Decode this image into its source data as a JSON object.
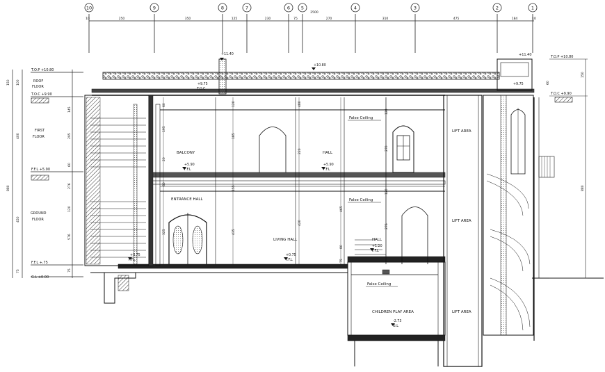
{
  "grid_labels": [
    "10",
    "9",
    "8",
    "7",
    "6",
    "5",
    "4",
    "3",
    "2",
    "1"
  ],
  "top_dimensions": [
    "10",
    "250",
    "350",
    "125",
    "230",
    "75",
    "270",
    "310",
    "475",
    "184",
    "10"
  ],
  "top_total_dimension": "2500",
  "level_labels": {
    "roof_top": "T.O.P +10.80",
    "roof_line1": "ROOF",
    "roof_line2": "FLOOR",
    "roof_toc": "T.O.C +9.90",
    "first_line1": "FIRST",
    "first_line2": "FLOOR",
    "first_ffl": "F.F.L +5.90",
    "ground_line1": "GROUND",
    "ground_line2": "FLOOR",
    "ground_ffl": "F.F.L +.75",
    "gl": "G.L ±0.00"
  },
  "right_levels": {
    "top": "T.O.P +10.80",
    "toc": "T.O.C +9.90",
    "lift_top": "+11.40"
  },
  "left_dimensions": [
    "150",
    "100",
    "400",
    "450",
    "75",
    "880",
    "145",
    "295",
    "60",
    "276",
    "120",
    "576",
    "75"
  ],
  "right_dimensions": [
    "150",
    "60",
    "880"
  ],
  "room_labels": {
    "balcony": "BALCONY",
    "hall_first": "HALL",
    "entrance_hall": "ENTRANCE HALL",
    "living_hall": "LIVING HALL",
    "hall_ground": "HALL",
    "children_play": "CHILDREN PLAY AREA",
    "lift1": "LIFT AREA",
    "lift2": "LIFT AREA",
    "lift3": "LIFT AREA"
  },
  "false_ceiling": [
    "False Ceiling",
    "False Ceiling",
    "False Ceiling"
  ],
  "markers": {
    "top_left": "+11.40",
    "top_mid": "+10.80",
    "toc_mid": "+9.75",
    "toc_mid2": "T.O.C",
    "right_small": "+9.75",
    "bal_ffl_val": "+5.90",
    "bal_ffl": "F.F.L",
    "hall_ffl_val": "+5.90",
    "hall_ffl": "F.F.L",
    "ent_ffl_val": "+0.75",
    "ent_ffl": "F.F.L",
    "liv_ffl_val": "+0.75",
    "liv_ffl": "F.F.L",
    "hall_g_val": "+1.20",
    "hall_g_ffl": "F.F.L",
    "play_val": "-2.73",
    "play_gl": "G.L"
  },
  "inner_dims": {
    "a": "60",
    "b": "195",
    "c": "20",
    "d": "120",
    "e": "185",
    "f": "480",
    "g": "220",
    "h": "120",
    "i": "270",
    "j": "60",
    "k": "325",
    "l": "435",
    "m": "155",
    "n": "80",
    "o": "420",
    "p": "465",
    "q": "120",
    "r": "276",
    "s": "75"
  }
}
